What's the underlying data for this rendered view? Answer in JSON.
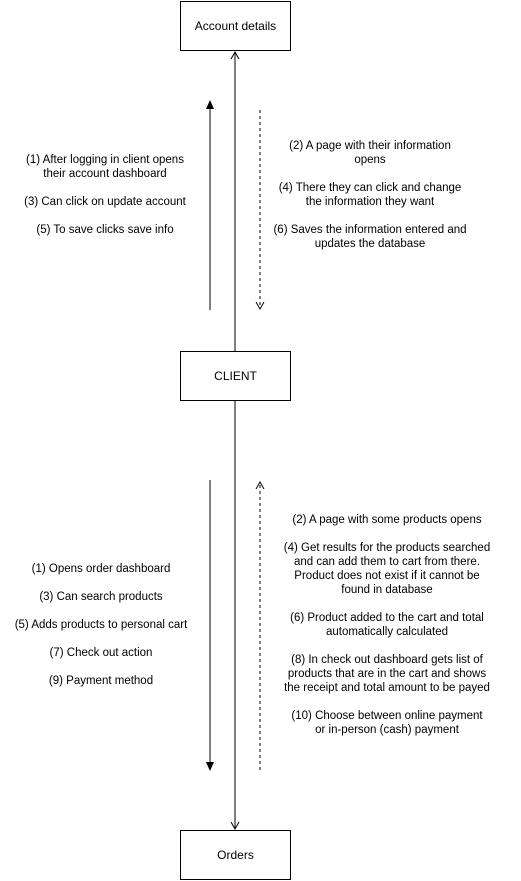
{
  "nodes": {
    "account": "Account details",
    "client": "CLIENT",
    "orders": "Orders"
  },
  "account_flow": {
    "client_steps": [
      "(1) After logging in client opens their account dashboard",
      "(3) Can click on update account",
      "(5) To save clicks save info"
    ],
    "system_steps": [
      "(2) A page with their information opens",
      "(4) There they can click and change the information they want",
      "(6) Saves the information entered and updates the database"
    ]
  },
  "orders_flow": {
    "client_steps": [
      "(1) Opens order dashboard",
      "(3) Can search products",
      "(5) Adds products to personal cart",
      "(7) Check out action",
      "(9) Payment method"
    ],
    "system_steps": [
      "(2) A page with some products opens",
      "(4) Get results for the products searched and can add them to cart from there. Product does not exist if it cannot be found in database",
      "(6) Product added to the cart and total automatically calculated",
      "(8) In check out dashboard gets list of products that are in the cart and shows the receipt and total amount to be payed",
      "(10) Choose between online payment or in-person (cash) payment"
    ]
  }
}
